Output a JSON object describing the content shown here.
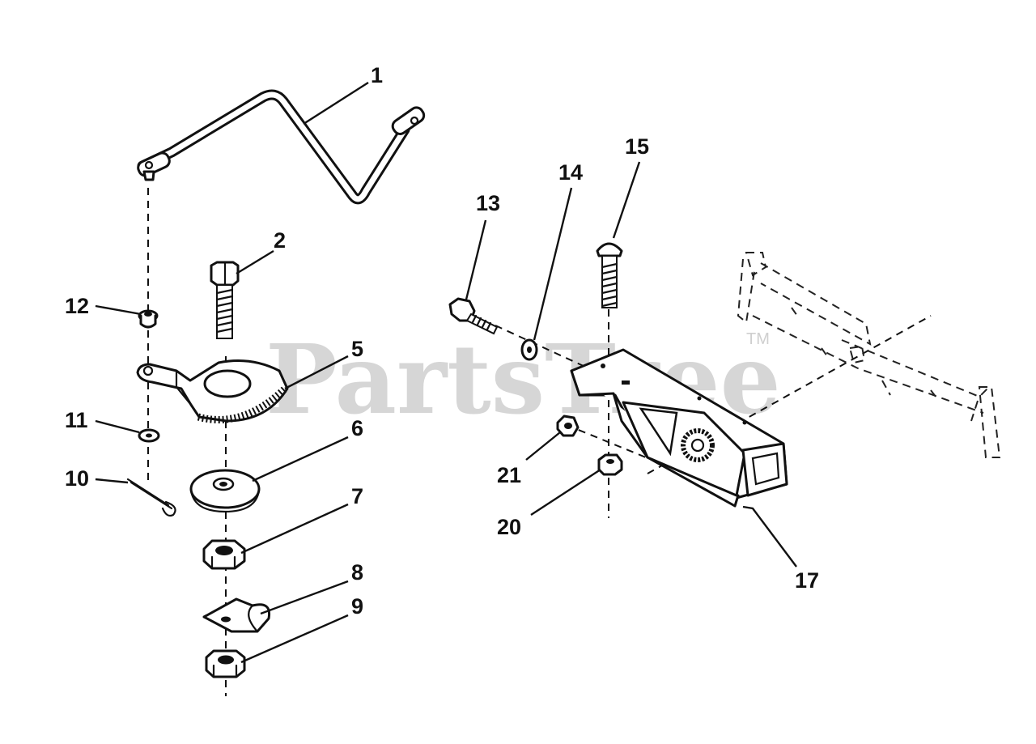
{
  "watermark": {
    "text": "PartsTree",
    "trademark": "TM"
  },
  "callouts": [
    {
      "id": "1",
      "text": "1"
    },
    {
      "id": "2",
      "text": "2"
    },
    {
      "id": "5",
      "text": "5"
    },
    {
      "id": "6",
      "text": "6"
    },
    {
      "id": "7",
      "text": "7"
    },
    {
      "id": "8",
      "text": "8"
    },
    {
      "id": "9",
      "text": "9"
    },
    {
      "id": "10",
      "text": "10"
    },
    {
      "id": "11",
      "text": "11"
    },
    {
      "id": "12",
      "text": "12"
    },
    {
      "id": "13",
      "text": "13"
    },
    {
      "id": "14",
      "text": "14"
    },
    {
      "id": "15",
      "text": "15"
    },
    {
      "id": "17",
      "text": "17"
    },
    {
      "id": "20",
      "text": "20"
    },
    {
      "id": "21",
      "text": "21"
    }
  ]
}
